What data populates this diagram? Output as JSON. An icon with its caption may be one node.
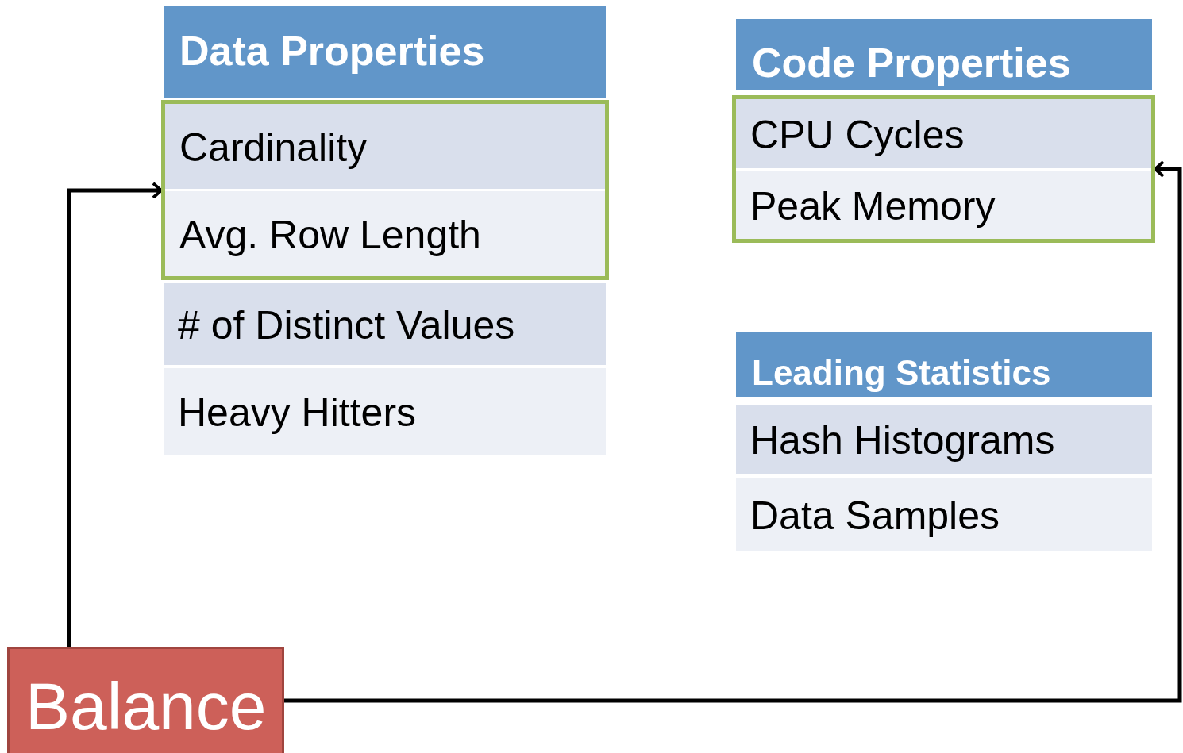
{
  "diagram": {
    "nodes": [
      {
        "text": [
          "Data Properties"
        ]
      },
      {
        "text": [],
        "shape": "box"
      },
      {
        "text": [
          "Cardinality"
        ],
        "in": 1
      },
      {
        "text": [
          "Avg. Row Length"
        ],
        "in": 1
      },
      {
        "text": [
          "# of Distinct Values"
        ]
      },
      {
        "text": [
          "Heavy Hitters"
        ]
      },
      {
        "text": [
          "Code Properties"
        ]
      },
      {
        "text": [],
        "shape": "box"
      },
      {
        "text": [
          "CPU Cycles"
        ],
        "in": 7
      },
      {
        "text": [
          "Peak Memory"
        ],
        "in": 7
      },
      {
        "text": [
          "Leading Statistics"
        ]
      },
      {
        "text": [
          "Hash Histograms"
        ]
      },
      {
        "text": [
          "Data Samples"
        ]
      },
      {
        "text": [
          "Balance"
        ]
      }
    ],
    "edges": [
      {
        "from": 13,
        "to": 1,
        "arrow": "to"
      },
      {
        "from": 13,
        "to": 7,
        "arrow": "to"
      }
    ]
  }
}
